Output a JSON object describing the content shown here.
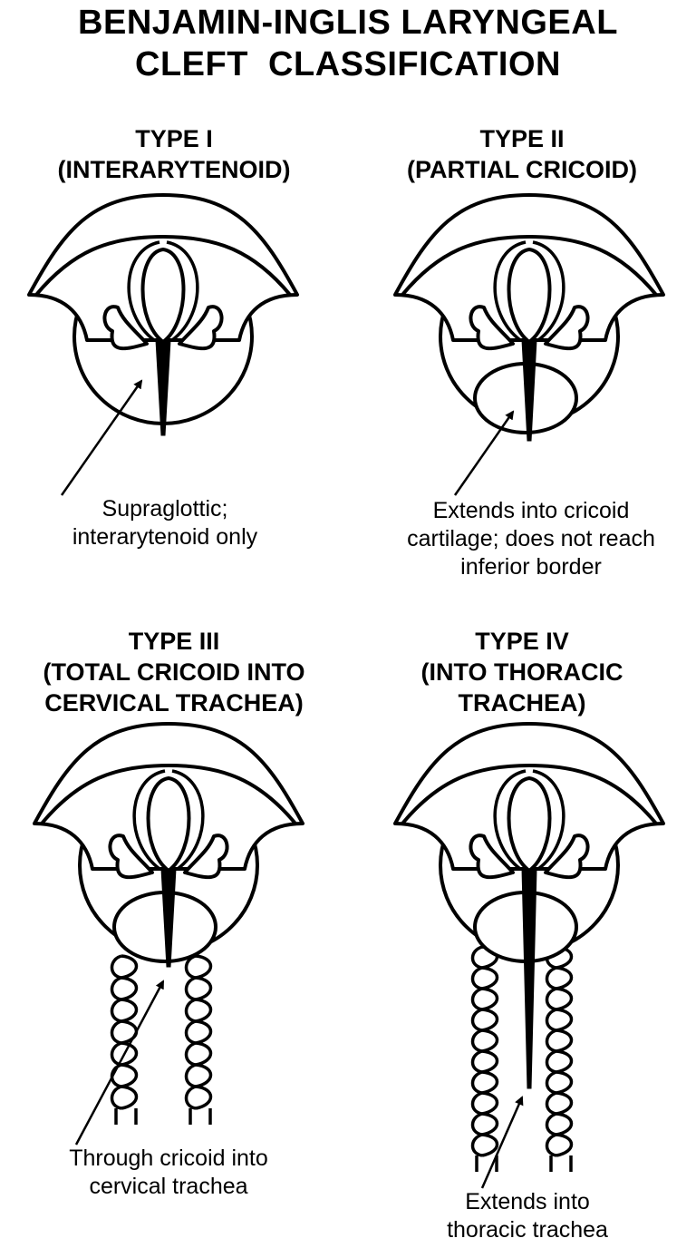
{
  "title": {
    "line1": "BENJAMIN-INGLIS LARYNGEAL",
    "line2": "CLEFT  CLASSIFICATION"
  },
  "panels": [
    {
      "heading1": "TYPE I",
      "heading2": "(INTERARYTENOID)",
      "heading3": "",
      "caption1": "Supraglottic;",
      "caption2": "interarytenoid only",
      "caption3": ""
    },
    {
      "heading1": "TYPE II",
      "heading2": "(PARTIAL CRICOID)",
      "heading3": "",
      "caption1": "Extends into cricoid",
      "caption2": "cartilage; does not reach",
      "caption3": "inferior border"
    },
    {
      "heading1": "TYPE III",
      "heading2": "(TOTAL CRICOID INTO",
      "heading3": "CERVICAL TRACHEA)",
      "caption1": "Through cricoid into",
      "caption2": "cervical trachea",
      "caption3": ""
    },
    {
      "heading1": "TYPE IV",
      "heading2": "(INTO THORACIC",
      "heading3": "TRACHEA)",
      "caption1": "Extends into",
      "caption2": "thoracic trachea",
      "caption3": ""
    }
  ],
  "colors": {
    "ink": "#000000",
    "paper": "#ffffff"
  }
}
